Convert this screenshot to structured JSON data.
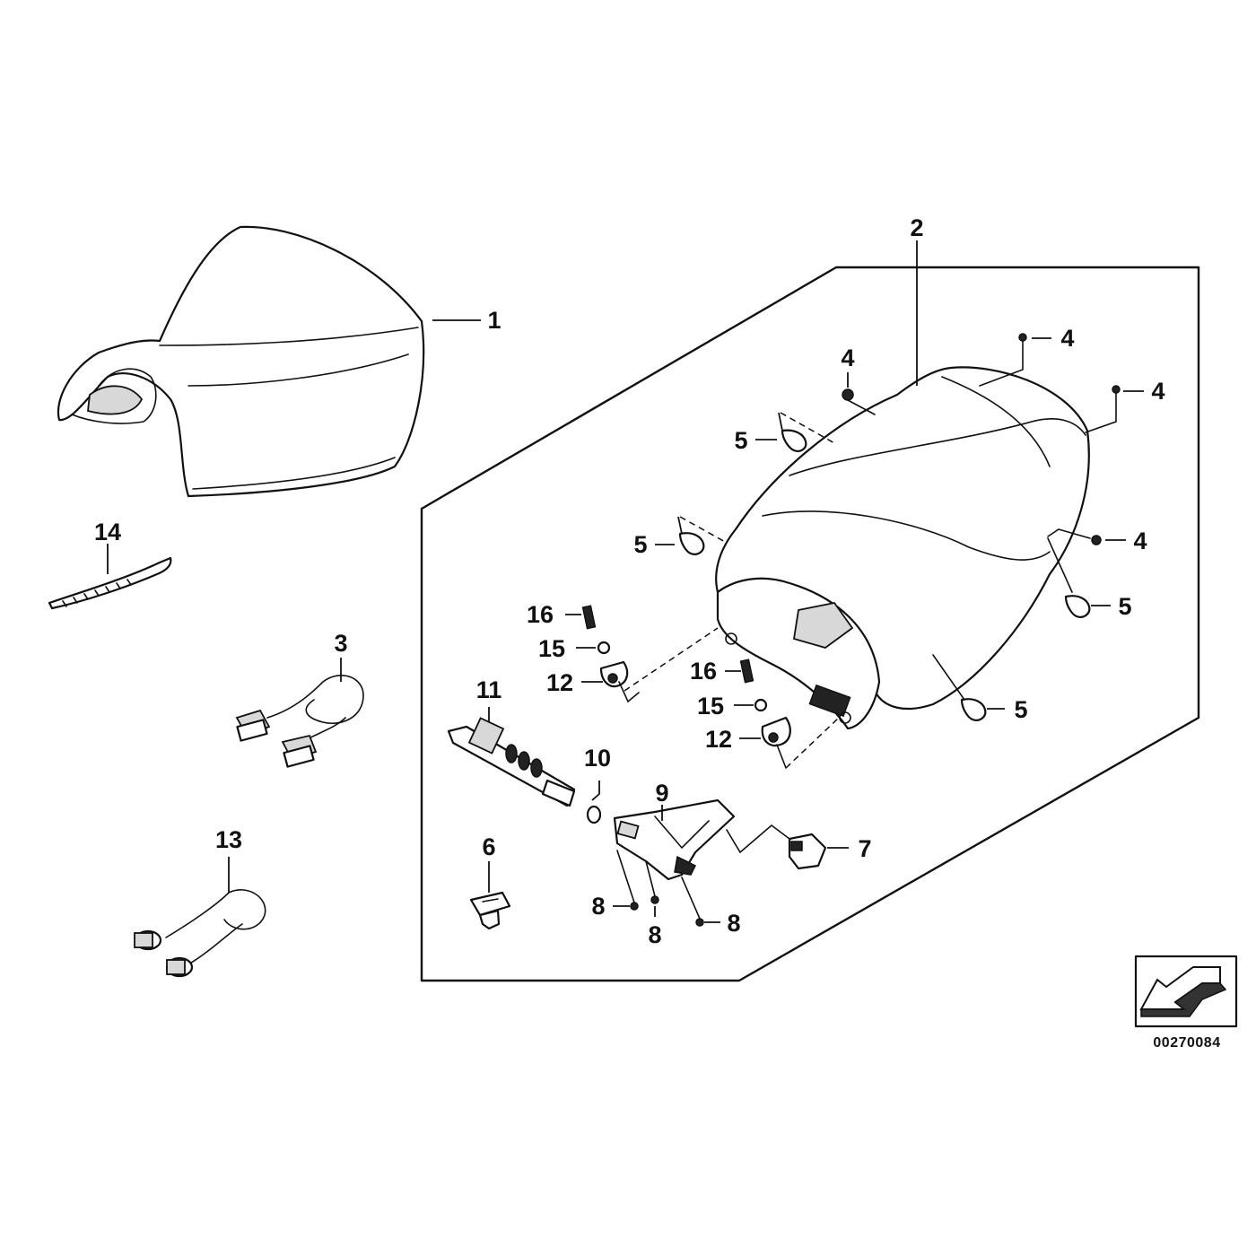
{
  "diagram_id": "00270084",
  "callouts": {
    "c1": "1",
    "c2": "2",
    "c3": "3",
    "c4a": "4",
    "c4b": "4",
    "c4c": "4",
    "c4d": "4",
    "c5a": "5",
    "c5b": "5",
    "c5c": "5",
    "c5d": "5",
    "c6": "6",
    "c7": "7",
    "c8a": "8",
    "c8b": "8",
    "c8c": "8",
    "c9": "9",
    "c10": "10",
    "c11": "11",
    "c12a": "12",
    "c12b": "12",
    "c13": "13",
    "c14": "14",
    "c15a": "15",
    "c15b": "15",
    "c16a": "16",
    "c16b": "16"
  }
}
